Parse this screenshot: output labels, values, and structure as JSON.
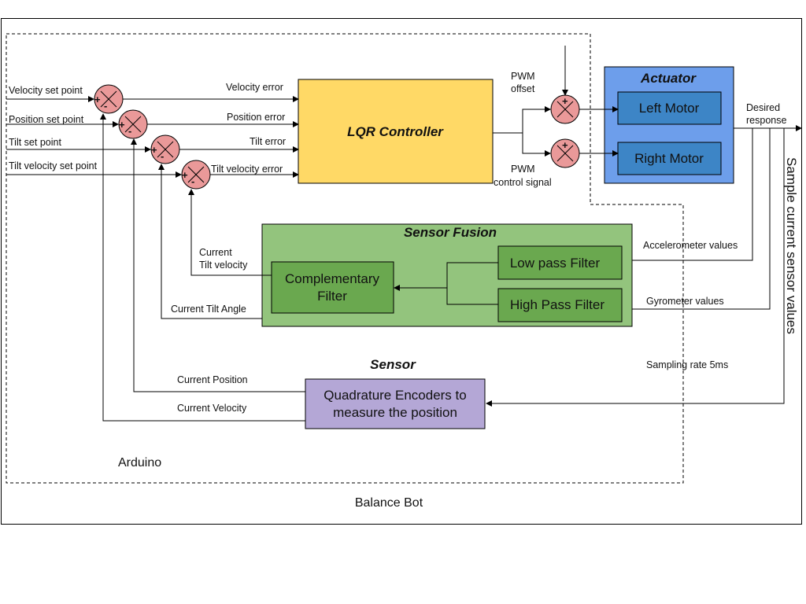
{
  "diagram": {
    "title": "Balance Bot",
    "boundary_label": "Arduino",
    "set_points": {
      "velocity": "Velocity set point",
      "position": "Position set point",
      "tilt": "Tilt set point",
      "tilt_velocity": "Tilt velocity set point"
    },
    "errors": {
      "velocity": "Velocity error",
      "position": "Position error",
      "tilt": "Tilt error",
      "tilt_velocity": "Tilt velocity error"
    },
    "controller": {
      "title": "LQR Controller"
    },
    "pwm": {
      "offset_line1": "PWM",
      "offset_line2": "offset",
      "control_line1": "PWM",
      "control_line2": "control signal"
    },
    "actuator": {
      "title": "Actuator",
      "left_motor": "Left Motor",
      "right_motor": "Right Motor"
    },
    "desired_response": {
      "line1": "Desired",
      "line2": "response"
    },
    "sample_label": "Sample current sensor values",
    "sensor_fusion": {
      "title": "Sensor Fusion",
      "complementary_line1": "Complementary",
      "complementary_line2": "Filter",
      "low_pass": "Low pass Filter",
      "high_pass": "High Pass Filter"
    },
    "sensor_inputs": {
      "accelerometer": "Accelerometer values",
      "gyrometer": "Gyrometer values",
      "sampling_rate": "Sampling rate 5ms"
    },
    "feedback": {
      "tilt_velocity_line1": "Current",
      "tilt_velocity_line2": "Tilt velocity",
      "tilt_angle": "Current Tilt Angle",
      "position": "Current Position",
      "velocity": "Current Velocity"
    },
    "sensor": {
      "title": "Sensor",
      "encoder_line1": "Quadrature Encoders to",
      "encoder_line2": "measure the position"
    },
    "sum_signs": {
      "plus": "+",
      "minus": "-"
    },
    "colors": {
      "controller": "#ffd966",
      "actuator_panel": "#6d9eeb",
      "motor": "#3d85c6",
      "fusion_panel": "#93c47d",
      "filter": "#6aa84f",
      "sensor": "#b4a7d6",
      "junction": "#ea9999"
    }
  }
}
